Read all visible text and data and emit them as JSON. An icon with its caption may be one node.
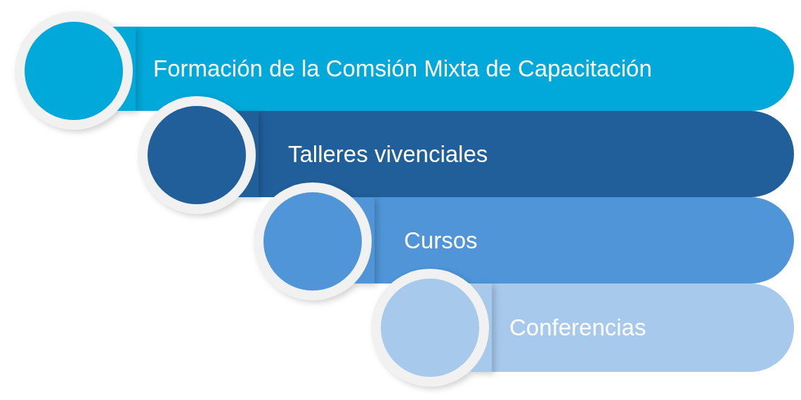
{
  "diagram": {
    "nodes": [
      {
        "text": [
          "Formación de la Comsión Mixta de Capacitación"
        ]
      },
      {
        "text": [
          "Talleres vivenciales"
        ]
      },
      {
        "text": [
          "Cursos"
        ]
      },
      {
        "text": [
          "Conferencias"
        ]
      }
    ]
  }
}
